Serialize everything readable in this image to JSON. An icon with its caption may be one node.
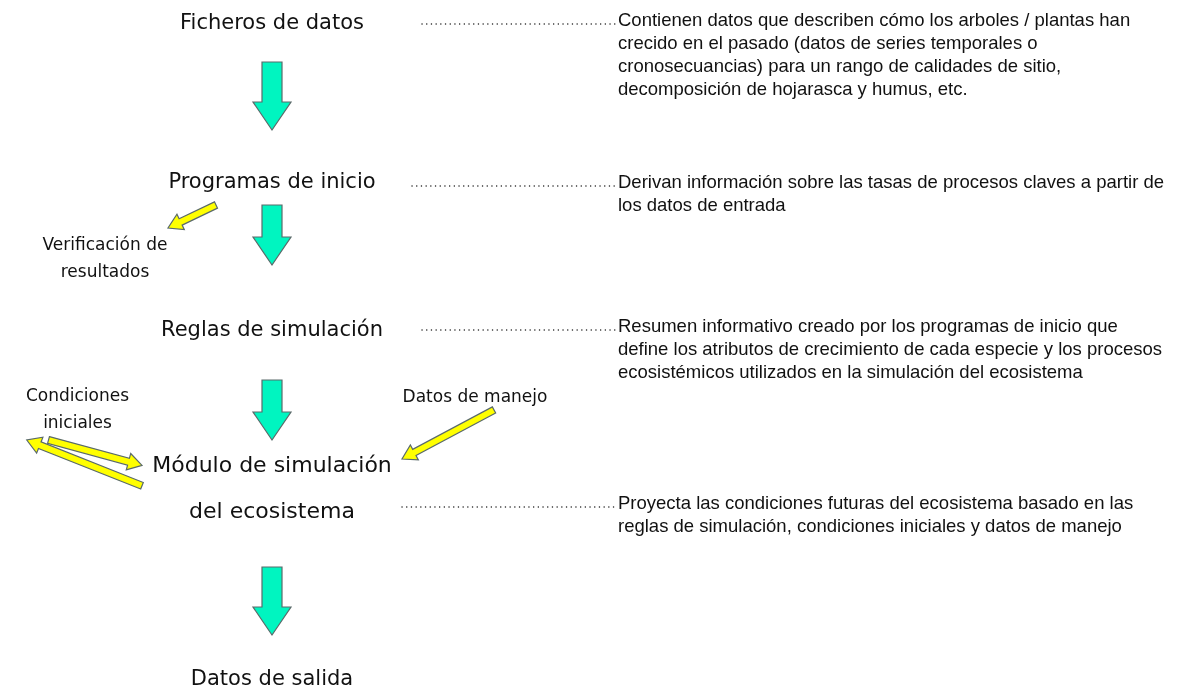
{
  "diagram": {
    "nodes": [
      {
        "text": [
          "Ficheros de datos"
        ]
      },
      {
        "text": [
          "Programas de inicio"
        ]
      },
      {
        "text": [
          "Verificación de resultados"
        ]
      },
      {
        "text": [
          "Reglas de simulación"
        ]
      },
      {
        "text": [
          "Condiciones iniciales"
        ]
      },
      {
        "text": [
          "Datos de manejo"
        ]
      },
      {
        "text": [
          "Módulo de simulación del ecosistema"
        ]
      },
      {
        "text": [
          "Datos de salida"
        ]
      },
      {
        "text": [
          "Contienen datos que describen cómo los arboles / plantas han crecido en el pasado (datos de series temporales o cronosecuancias) para un rango de calidades de sitio, decomposición de hojarasca y humus, etc."
        ]
      },
      {
        "text": [
          "Derivan información sobre las tasas de procesos claves a partir de los datos de entrada"
        ]
      },
      {
        "text": [
          "Resumen informativo creado por los programas de inicio que define los atributos de crecimiento de cada especie y los procesos ecosistémicos utilizados en la simulación del ecosistema"
        ]
      },
      {
        "text": [
          "Proyecta las condiciones futuras del ecosistema basado en las reglas de simulación, condiciones iniciales y datos de manejo"
        ]
      }
    ],
    "edges": [
      {
        "from": 0,
        "to": 1,
        "arrow": "to",
        "style": "thick",
        "color": "#00f5c0"
      },
      {
        "from": 1,
        "to": 2,
        "arrow": "to",
        "color": "#ffff00"
      },
      {
        "from": 1,
        "to": 3,
        "arrow": "to",
        "style": "thick",
        "color": "#00f5c0"
      },
      {
        "from": 3,
        "to": 6,
        "arrow": "to",
        "style": "thick",
        "color": "#00f5c0"
      },
      {
        "from": 4,
        "to": 6,
        "arrow": "to",
        "color": "#ffff00"
      },
      {
        "from": 6,
        "to": 4,
        "arrow": "to",
        "color": "#ffff00"
      },
      {
        "from": 5,
        "to": 6,
        "arrow": "to",
        "color": "#ffff00"
      },
      {
        "from": 6,
        "to": 7,
        "arrow": "to",
        "style": "thick",
        "color": "#00f5c0"
      },
      {
        "from": 0,
        "to": 8,
        "arrow": "none",
        "style": "dashed",
        "color": "#222222"
      },
      {
        "from": 1,
        "to": 9,
        "arrow": "none",
        "style": "dashed",
        "color": "#222222"
      },
      {
        "from": 3,
        "to": 10,
        "arrow": "none",
        "style": "dashed",
        "color": "#222222"
      },
      {
        "from": 6,
        "to": 11,
        "arrow": "none",
        "style": "dashed",
        "color": "#222222"
      }
    ]
  }
}
